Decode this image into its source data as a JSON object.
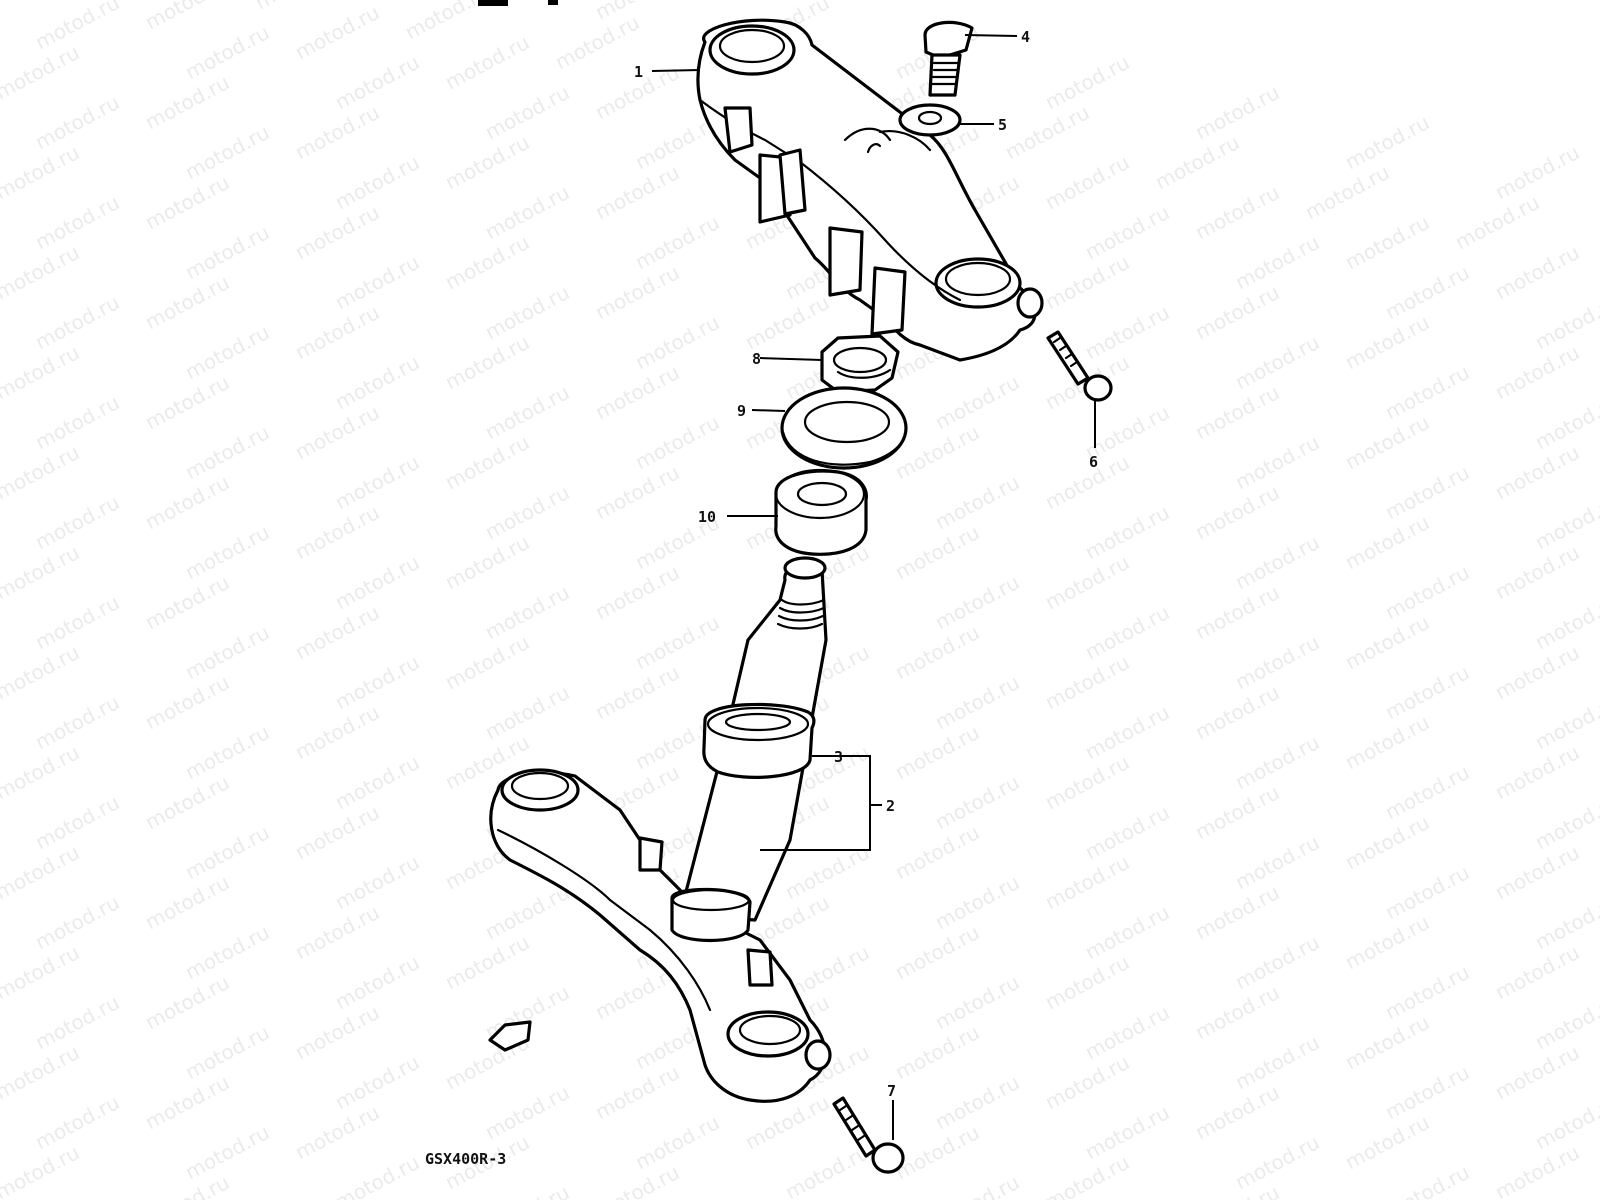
{
  "diagram": {
    "caption": "GSX400R-3",
    "watermark_text": "motod.ru",
    "colors": {
      "ink": "#000000",
      "background": "#ffffff"
    },
    "callouts": [
      {
        "id": "1",
        "label": "1"
      },
      {
        "id": "2",
        "label": "2"
      },
      {
        "id": "3",
        "label": "3"
      },
      {
        "id": "4",
        "label": "4"
      },
      {
        "id": "5",
        "label": "5"
      },
      {
        "id": "6",
        "label": "6"
      },
      {
        "id": "7",
        "label": "7"
      },
      {
        "id": "8",
        "label": "8"
      },
      {
        "id": "9",
        "label": "9"
      },
      {
        "id": "10",
        "label": "10"
      }
    ]
  }
}
